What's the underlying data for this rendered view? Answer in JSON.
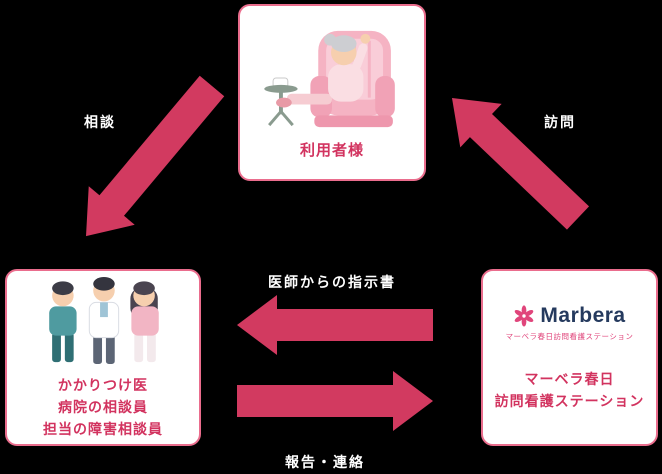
{
  "colors": {
    "background": "#000000",
    "arrow": "#d23a60",
    "card_border": "#ea6d8d",
    "card_text": "#d2335f",
    "label_text": "#ffffff",
    "logo_navy": "#253a5e",
    "logo_pink": "#e0457b"
  },
  "nodes": {
    "user": {
      "label": "利用者様"
    },
    "doctor": {
      "lines": [
        "かかりつけ医",
        "病院の相談員",
        "担当の障害相談員"
      ]
    },
    "station": {
      "logo_text": "Marbera",
      "logo_subtext": "マーベラ春日訪問看護ステーション",
      "lines": [
        "マーベラ春日",
        "訪問看護ステーション"
      ]
    }
  },
  "arrows": {
    "consult": {
      "label": "相談"
    },
    "visit": {
      "label": "訪問"
    },
    "instruction": {
      "label": "医師からの指示書"
    },
    "report": {
      "label": "報告・連絡"
    }
  }
}
